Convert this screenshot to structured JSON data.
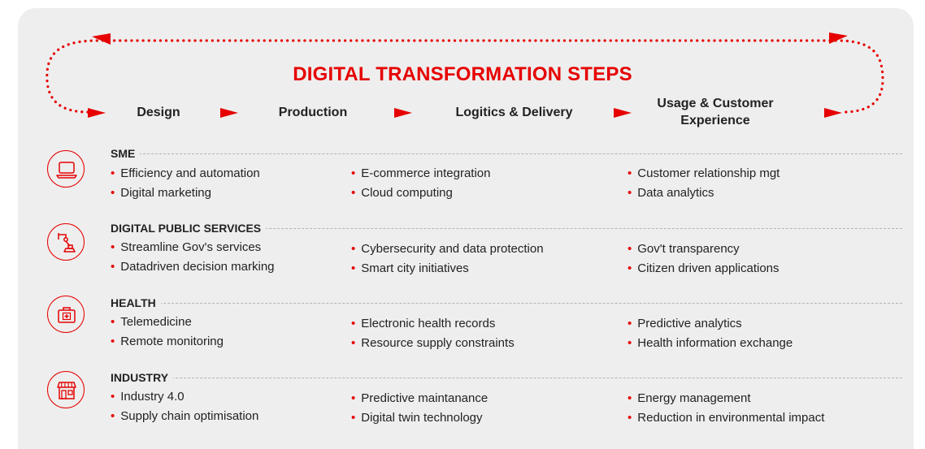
{
  "title": "DIGITAL TRANSFORMATION STEPS",
  "steps": [
    "Design",
    "Production",
    "Logitics & Delivery",
    "Usage & Customer Experience"
  ],
  "colors": {
    "accent": "#e60000",
    "panel": "#eeeeee",
    "text": "#222222"
  },
  "sections": [
    {
      "name": "SME",
      "icon": "laptop-icon",
      "columns": [
        [
          "Efficiency and automation",
          "Digital marketing"
        ],
        [
          "E-commerce integration",
          "Cloud computing"
        ],
        [
          "Customer relationship mgt",
          "Data analytics"
        ]
      ]
    },
    {
      "name": "DIGITAL PUBLIC SERVICES",
      "icon": "robot-arm-icon",
      "columns": [
        [
          "Streamline Gov's services",
          "Datadriven decision marking"
        ],
        [
          "Cybersecurity and data protection",
          "Smart city initiatives"
        ],
        [
          "Gov't transparency",
          "Citizen driven applications"
        ]
      ]
    },
    {
      "name": "HEALTH",
      "icon": "medical-kit-icon",
      "columns": [
        [
          "Telemedicine",
          "Remote monitoring"
        ],
        [
          "Electronic health records",
          "Resource supply constraints"
        ],
        [
          "Predictive analytics",
          "Health information exchange"
        ]
      ]
    },
    {
      "name": "INDUSTRY",
      "icon": "store-icon",
      "columns": [
        [
          "Industry 4.0",
          "Supply chain optimisation"
        ],
        [
          "Predictive maintanance",
          "Digital twin technology"
        ],
        [
          "Energy management",
          "Reduction in environmental impact"
        ]
      ]
    }
  ]
}
